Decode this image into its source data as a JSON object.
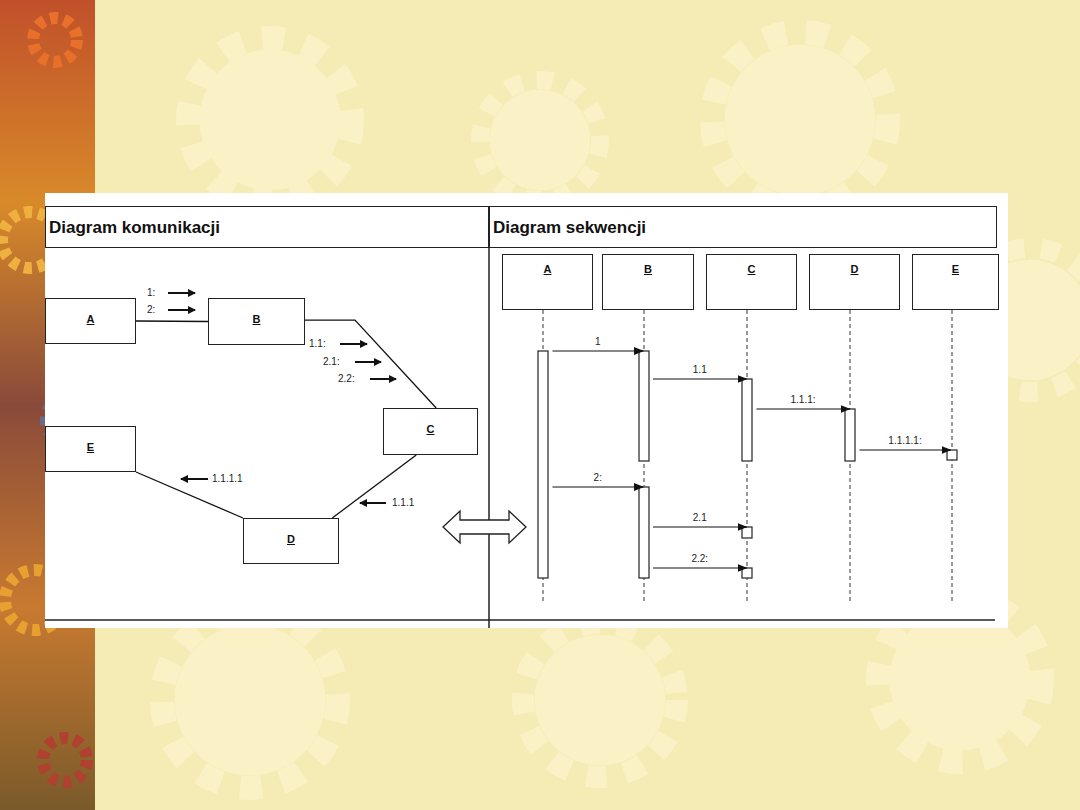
{
  "diagram": {
    "nodes": [
      {
        "text": [
          "Diagram komunikacji"
        ]
      },
      {
        "text": [
          "Diagram sekwencji"
        ]
      },
      {
        "text": [
          "A"
        ]
      },
      {
        "text": [
          "B"
        ]
      },
      {
        "text": [
          "C"
        ]
      },
      {
        "text": [
          "E"
        ]
      },
      {
        "text": [
          "D"
        ]
      },
      {
        "text": [
          "A"
        ]
      },
      {
        "text": [
          "B"
        ]
      },
      {
        "text": [
          "C"
        ]
      },
      {
        "text": [
          "D"
        ]
      },
      {
        "text": [
          "E"
        ]
      }
    ],
    "edges": [
      {
        "from": 2,
        "to": 3,
        "arrow": "none"
      },
      {
        "from": 3,
        "to": 4,
        "arrow": "none"
      },
      {
        "from": 4,
        "to": 6,
        "arrow": "none"
      },
      {
        "from": 6,
        "to": 5,
        "arrow": "none"
      },
      {
        "from": 7,
        "to": 8,
        "label": "1",
        "arrow": "to"
      },
      {
        "from": 8,
        "to": 9,
        "label": "1.1",
        "arrow": "to"
      },
      {
        "from": 9,
        "to": 10,
        "label": "1.1.1:",
        "arrow": "to"
      },
      {
        "from": 10,
        "to": 11,
        "label": "1.1.1.1:",
        "arrow": "to"
      },
      {
        "from": 7,
        "to": 8,
        "label": "2:",
        "arrow": "to"
      },
      {
        "from": 8,
        "to": 9,
        "label": "2.1",
        "arrow": "to"
      },
      {
        "from": 8,
        "to": 9,
        "label": "2.2:",
        "arrow": "to"
      }
    ],
    "labels": [
      "1:",
      "2:",
      "1.1:",
      "2.1:",
      "2.2:",
      "1.1.1",
      "1.1.1.1"
    ]
  }
}
